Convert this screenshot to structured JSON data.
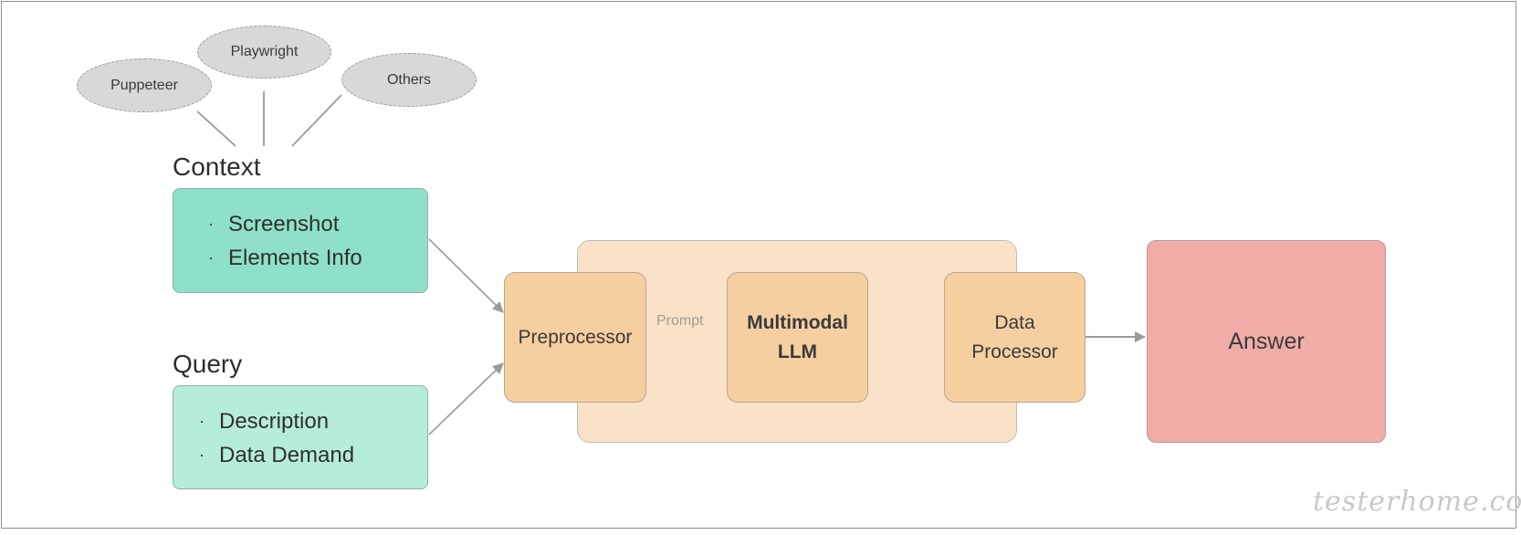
{
  "tools": {
    "puppeteer": "Puppeteer",
    "playwright": "Playwright",
    "others": "Others"
  },
  "context": {
    "title": "Context",
    "items": [
      "Screenshot",
      "Elements Info"
    ]
  },
  "query": {
    "title": "Query",
    "items": [
      "Description",
      "Data Demand"
    ]
  },
  "pipeline": {
    "preprocessor": "Preprocessor",
    "prompt_label": "Prompt",
    "llm_line1": "Multimodal",
    "llm_line2": "LLM",
    "processor_line1": "Data",
    "processor_line2": "Processor"
  },
  "answer": "Answer",
  "watermark": "testerhome.com",
  "colors": {
    "context_fill": "#8ee1c8",
    "query_fill": "#b6ecdc",
    "pipeline_panel": "#f9e2c8",
    "pipeline_box": "#f6cfa0",
    "answer_fill": "#f0aca7",
    "tool_ellipse": "#d8d8d8",
    "arrow": "#a8a8a8"
  }
}
